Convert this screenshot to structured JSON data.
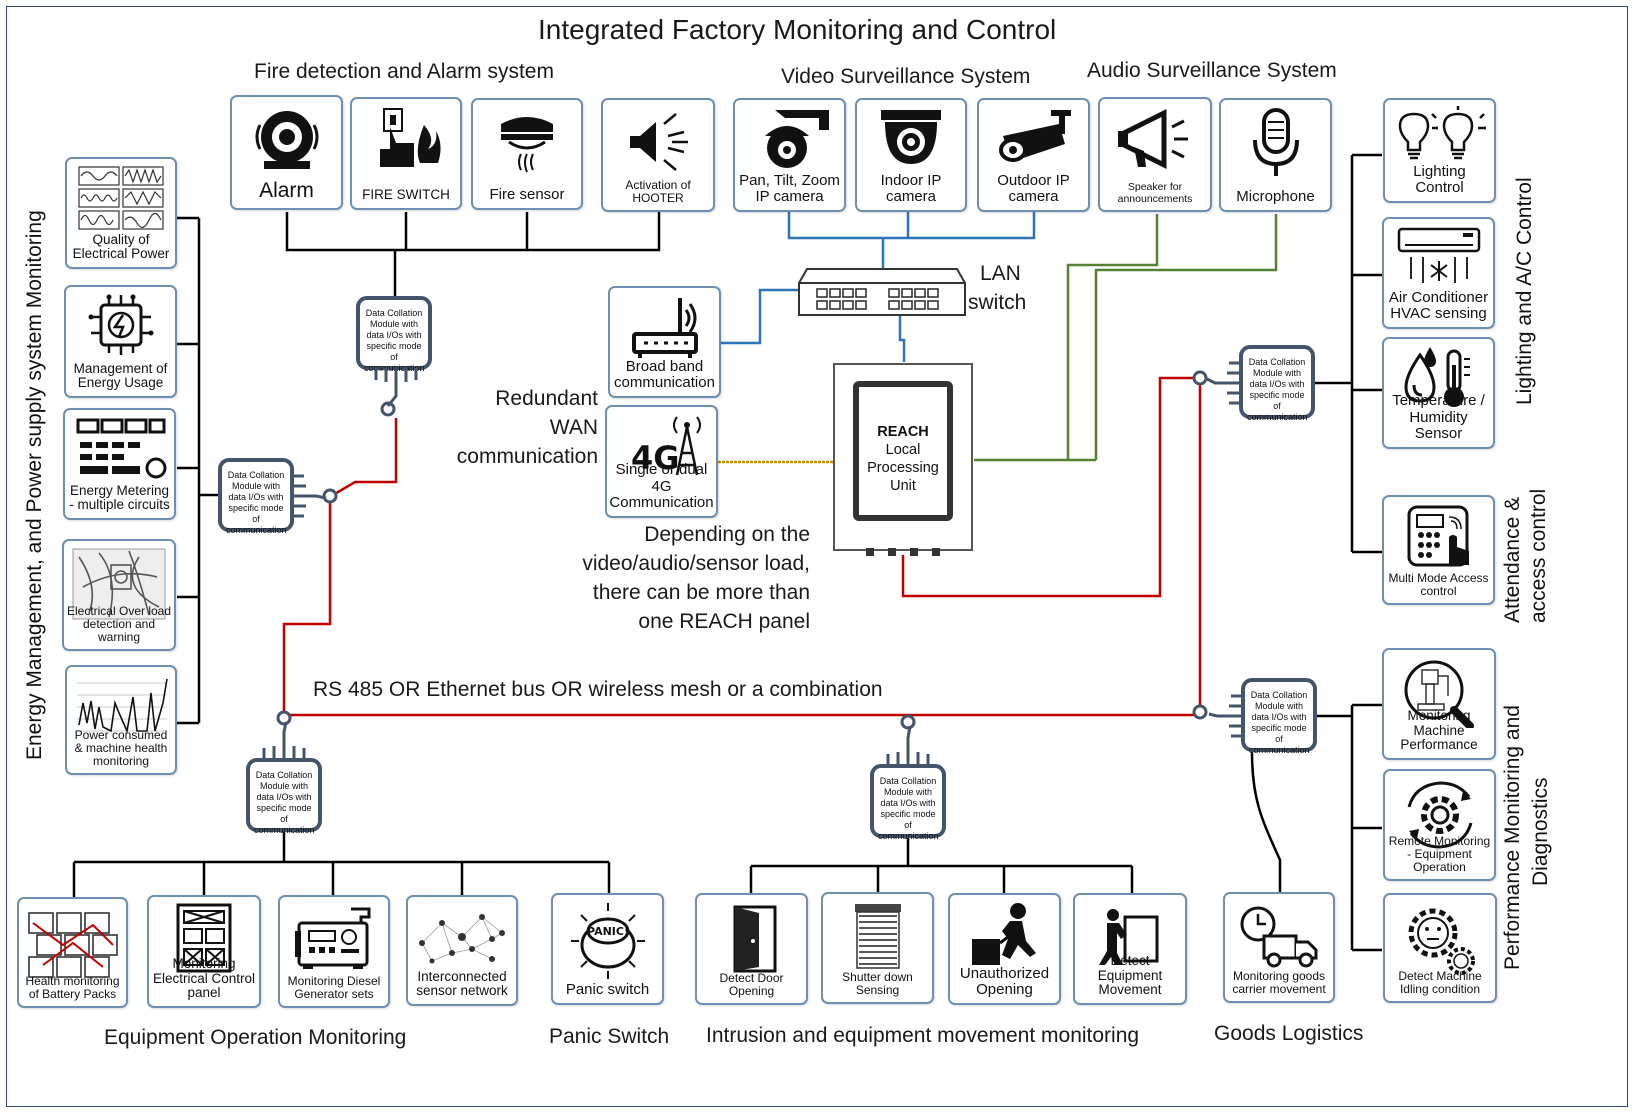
{
  "title": "Integrated Factory Monitoring and Control",
  "groups": {
    "fire": "Fire detection and Alarm system",
    "video": "Video Surveillance System",
    "audio": "Audio Surveillance System",
    "energy": "Energy Management,  and Power supply  system Monitoring",
    "lighting": "Lighting and A/C Control",
    "attendance_1": "Attendance &",
    "attendance_2": "access control",
    "performance_1": "Performance Monitoring and",
    "performance_2": "Diagnostics",
    "equipment": "Equipment Operation Monitoring",
    "panic": "Panic Switch",
    "intrusion": "Intrusion and equipment movement monitoring",
    "logistics": "Goods Logistics"
  },
  "labels": {
    "lan_1": "LAN",
    "lan_2": "switch",
    "wan_1": "Redundant",
    "wan_2": "WAN",
    "wan_3": "communication",
    "note_1": "Depending on the",
    "note_2": "video/audio/sensor load,",
    "note_3": "there can be more than",
    "note_4": "one REACH panel",
    "bus": "RS 485 OR Ethernet bus OR wireless mesh or a combination"
  },
  "reach": {
    "name": "REACH",
    "line_1": "Local",
    "line_2": "Processing",
    "line_3": "Unit"
  },
  "module_text": "Data Collation Module with data I/Os with specific mode of communication",
  "cards": {
    "alarm": "Alarm",
    "fire_switch": "FIRE SWITCH",
    "fire_sensor": "Fire sensor",
    "hooter": "Activation of HOOTER",
    "ptz": "Pan, Tilt, Zoom IP camera",
    "indoor": "Indoor IP camera",
    "outdoor": "Outdoor IP camera",
    "speaker": "Speaker for announcements",
    "microphone": "Microphone",
    "broadband": "Broad band communication",
    "fourg": "Single or dual 4G Communication",
    "power_quality": "Quality of Electrical Power",
    "energy_usage": "Management of Energy Usage",
    "energy_metering": "Energy Metering - multiple circuits",
    "overload": "Electrical Over load detection and warning",
    "power_consumed": "Power consumed & machine health monitoring",
    "lighting_control": "Lighting Control",
    "ac": "Air Conditioner HVAC sensing",
    "temp": "Temperature / Humidity Sensor",
    "access": "Multi Mode Access control",
    "machine_perf": "Monitoring Machine Performance",
    "remote_mon": "Remote Monitoring - Equipment Operation",
    "idling": "Detect Machine Idling condition",
    "battery": "Health monitoring of Battery Packs",
    "control_panel": "Monitoring Electrical Control panel",
    "diesel": "Monitoring Diesel Generator sets",
    "sensor_net": "Interconnected sensor network",
    "panic_switch": "Panic switch",
    "door": "Detect Door Opening",
    "shutter": "Shutter down Sensing",
    "unauthorized": "Unauthorized Opening",
    "equip_move": "Detect Equipment Movement",
    "goods": "Monitoring goods carrier movement"
  },
  "icon_text": {
    "fourg": "4G",
    "panic": "PANIC!"
  },
  "colors": {
    "frame": "#2c4a7a",
    "card_border": "#6d8fb3",
    "rs485": "#c00000",
    "lan": "#2e75b6",
    "audio": "#548235",
    "wan": "#bf9000",
    "bus_black": "#000000"
  }
}
